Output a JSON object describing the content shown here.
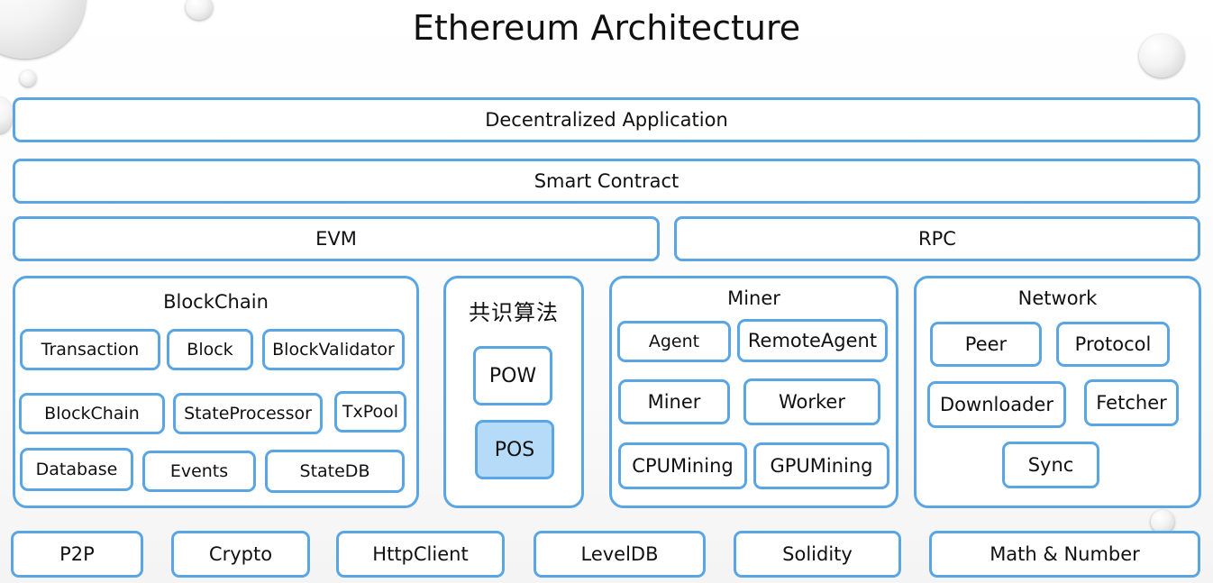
{
  "title": "Ethereum Architecture",
  "layers": {
    "dapp": "Decentralized Application",
    "smart_contract": "Smart Contract",
    "evm": "EVM",
    "rpc": "RPC"
  },
  "blockchain": {
    "title": "BlockChain",
    "items": [
      "Transaction",
      "Block",
      "BlockValidator",
      "BlockChain",
      "StateProcessor",
      "TxPool",
      "Database",
      "Events",
      "StateDB"
    ]
  },
  "consensus": {
    "title": "共识算法",
    "items": [
      "POW",
      "POS"
    ],
    "highlighted": "POS",
    "highlight_color": "#b6dbf8"
  },
  "miner": {
    "title": "Miner",
    "items": [
      "Agent",
      "RemoteAgent",
      "Miner",
      "Worker",
      "CPUMining",
      "GPUMining"
    ]
  },
  "network": {
    "title": "Network",
    "items": [
      "Peer",
      "Protocol",
      "Downloader",
      "Fetcher",
      "Sync"
    ]
  },
  "foundation": [
    "P2P",
    "Crypto",
    "HttpClient",
    "LevelDB",
    "Solidity",
    "Math & Number"
  ],
  "colors": {
    "border": "#5aa5e3",
    "text": "#111111",
    "background": "#ffffff"
  }
}
